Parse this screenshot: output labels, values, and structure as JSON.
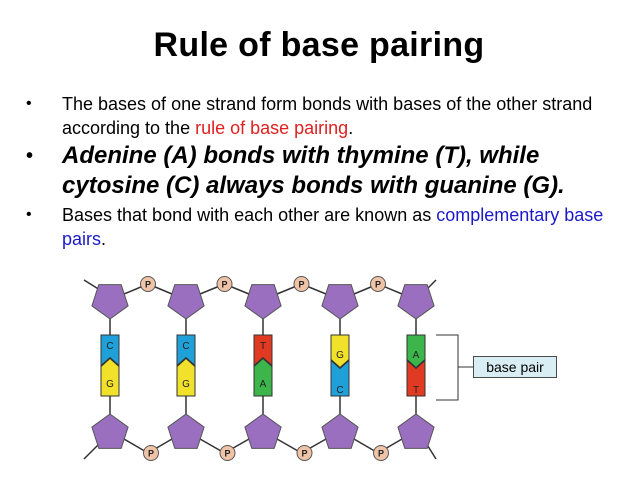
{
  "slide": {
    "title": "Rule of base pairing",
    "bullet_marker": "•",
    "bullets": [
      {
        "text_before": "The bases of one strand form bonds with bases of the other strand according to the ",
        "highlight": "rule of base pairing",
        "text_after": "."
      },
      {
        "text": "Adenine (A) bonds with thymine (T), while cytosine (C) always bonds with guanine (G)."
      },
      {
        "text_before": "Bases that bond with each other are known as ",
        "highlight": "complementary base pairs",
        "text_after": "."
      }
    ]
  },
  "diagram": {
    "phosphate_label": "P",
    "base_pair_label": "base pair",
    "pairs": [
      {
        "top": "C",
        "bottom": "G"
      },
      {
        "top": "C",
        "bottom": "G"
      },
      {
        "top": "T",
        "bottom": "A"
      },
      {
        "top": "G",
        "bottom": "C"
      },
      {
        "top": "A",
        "bottom": "T"
      }
    ],
    "colors": {
      "sugar": "#9b6fc0",
      "phosphate": "#efc3a8",
      "C": "#1fa0d8",
      "G": "#f2e12a",
      "T": "#e03a22",
      "A": "#3cb54a"
    }
  }
}
